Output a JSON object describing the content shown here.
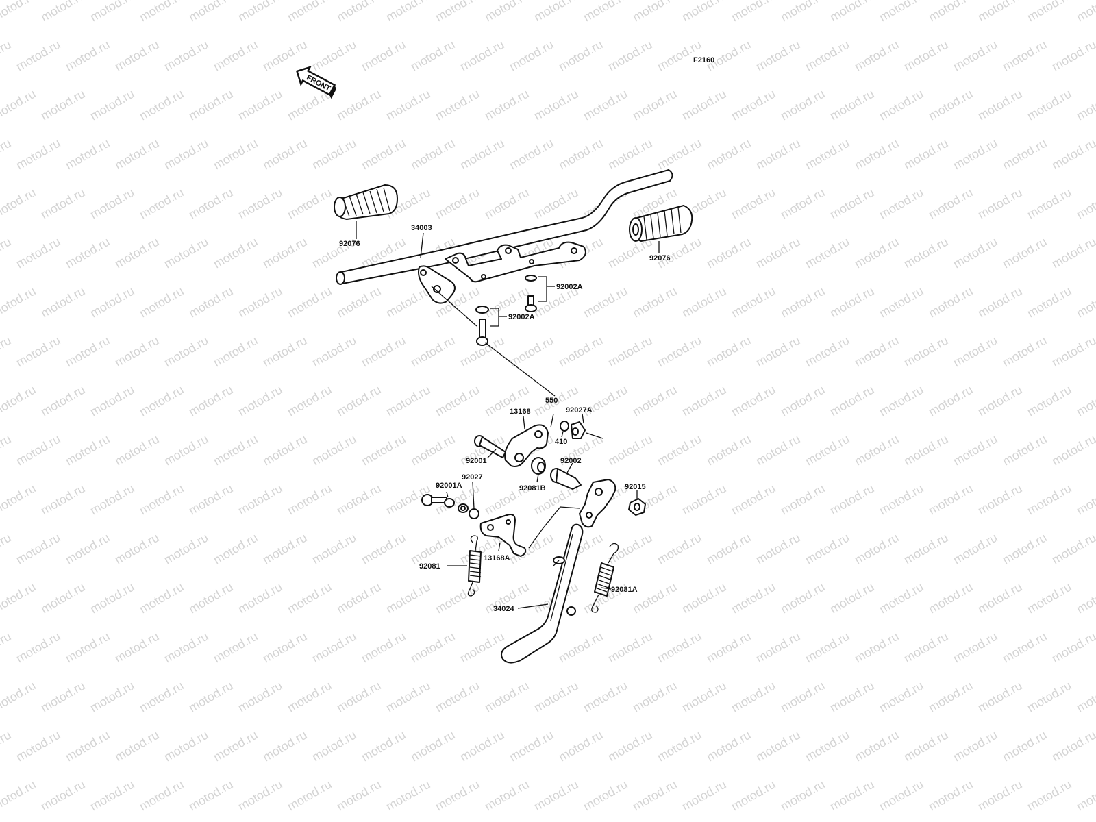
{
  "diagram_code": "F2160",
  "front_marker": "FRONT",
  "watermark_text": "motod.ru",
  "labels": {
    "footrest_rubber_left": "92076",
    "footrest_rubber_right": "92076",
    "footrest_bar": "34003",
    "bolt_upper": "92002A",
    "bolt_lower": "92002A",
    "pin_550": "550",
    "washer_410": "410",
    "nut_92027A": "92027A",
    "lever_13168": "13168",
    "bolt_92001": "92001",
    "bolt_92002": "92002",
    "collar_92081B": "92081B",
    "nut_92015": "92015",
    "bolt_92001A": "92001A",
    "washer_92027": "92027",
    "lever_13168A": "13168A",
    "spring_92081": "92081",
    "spring_92081A": "92081A",
    "side_stand": "34024"
  },
  "colors": {
    "ink": "#111111",
    "paper": "#ffffff",
    "watermark": "#d4d4d4"
  }
}
